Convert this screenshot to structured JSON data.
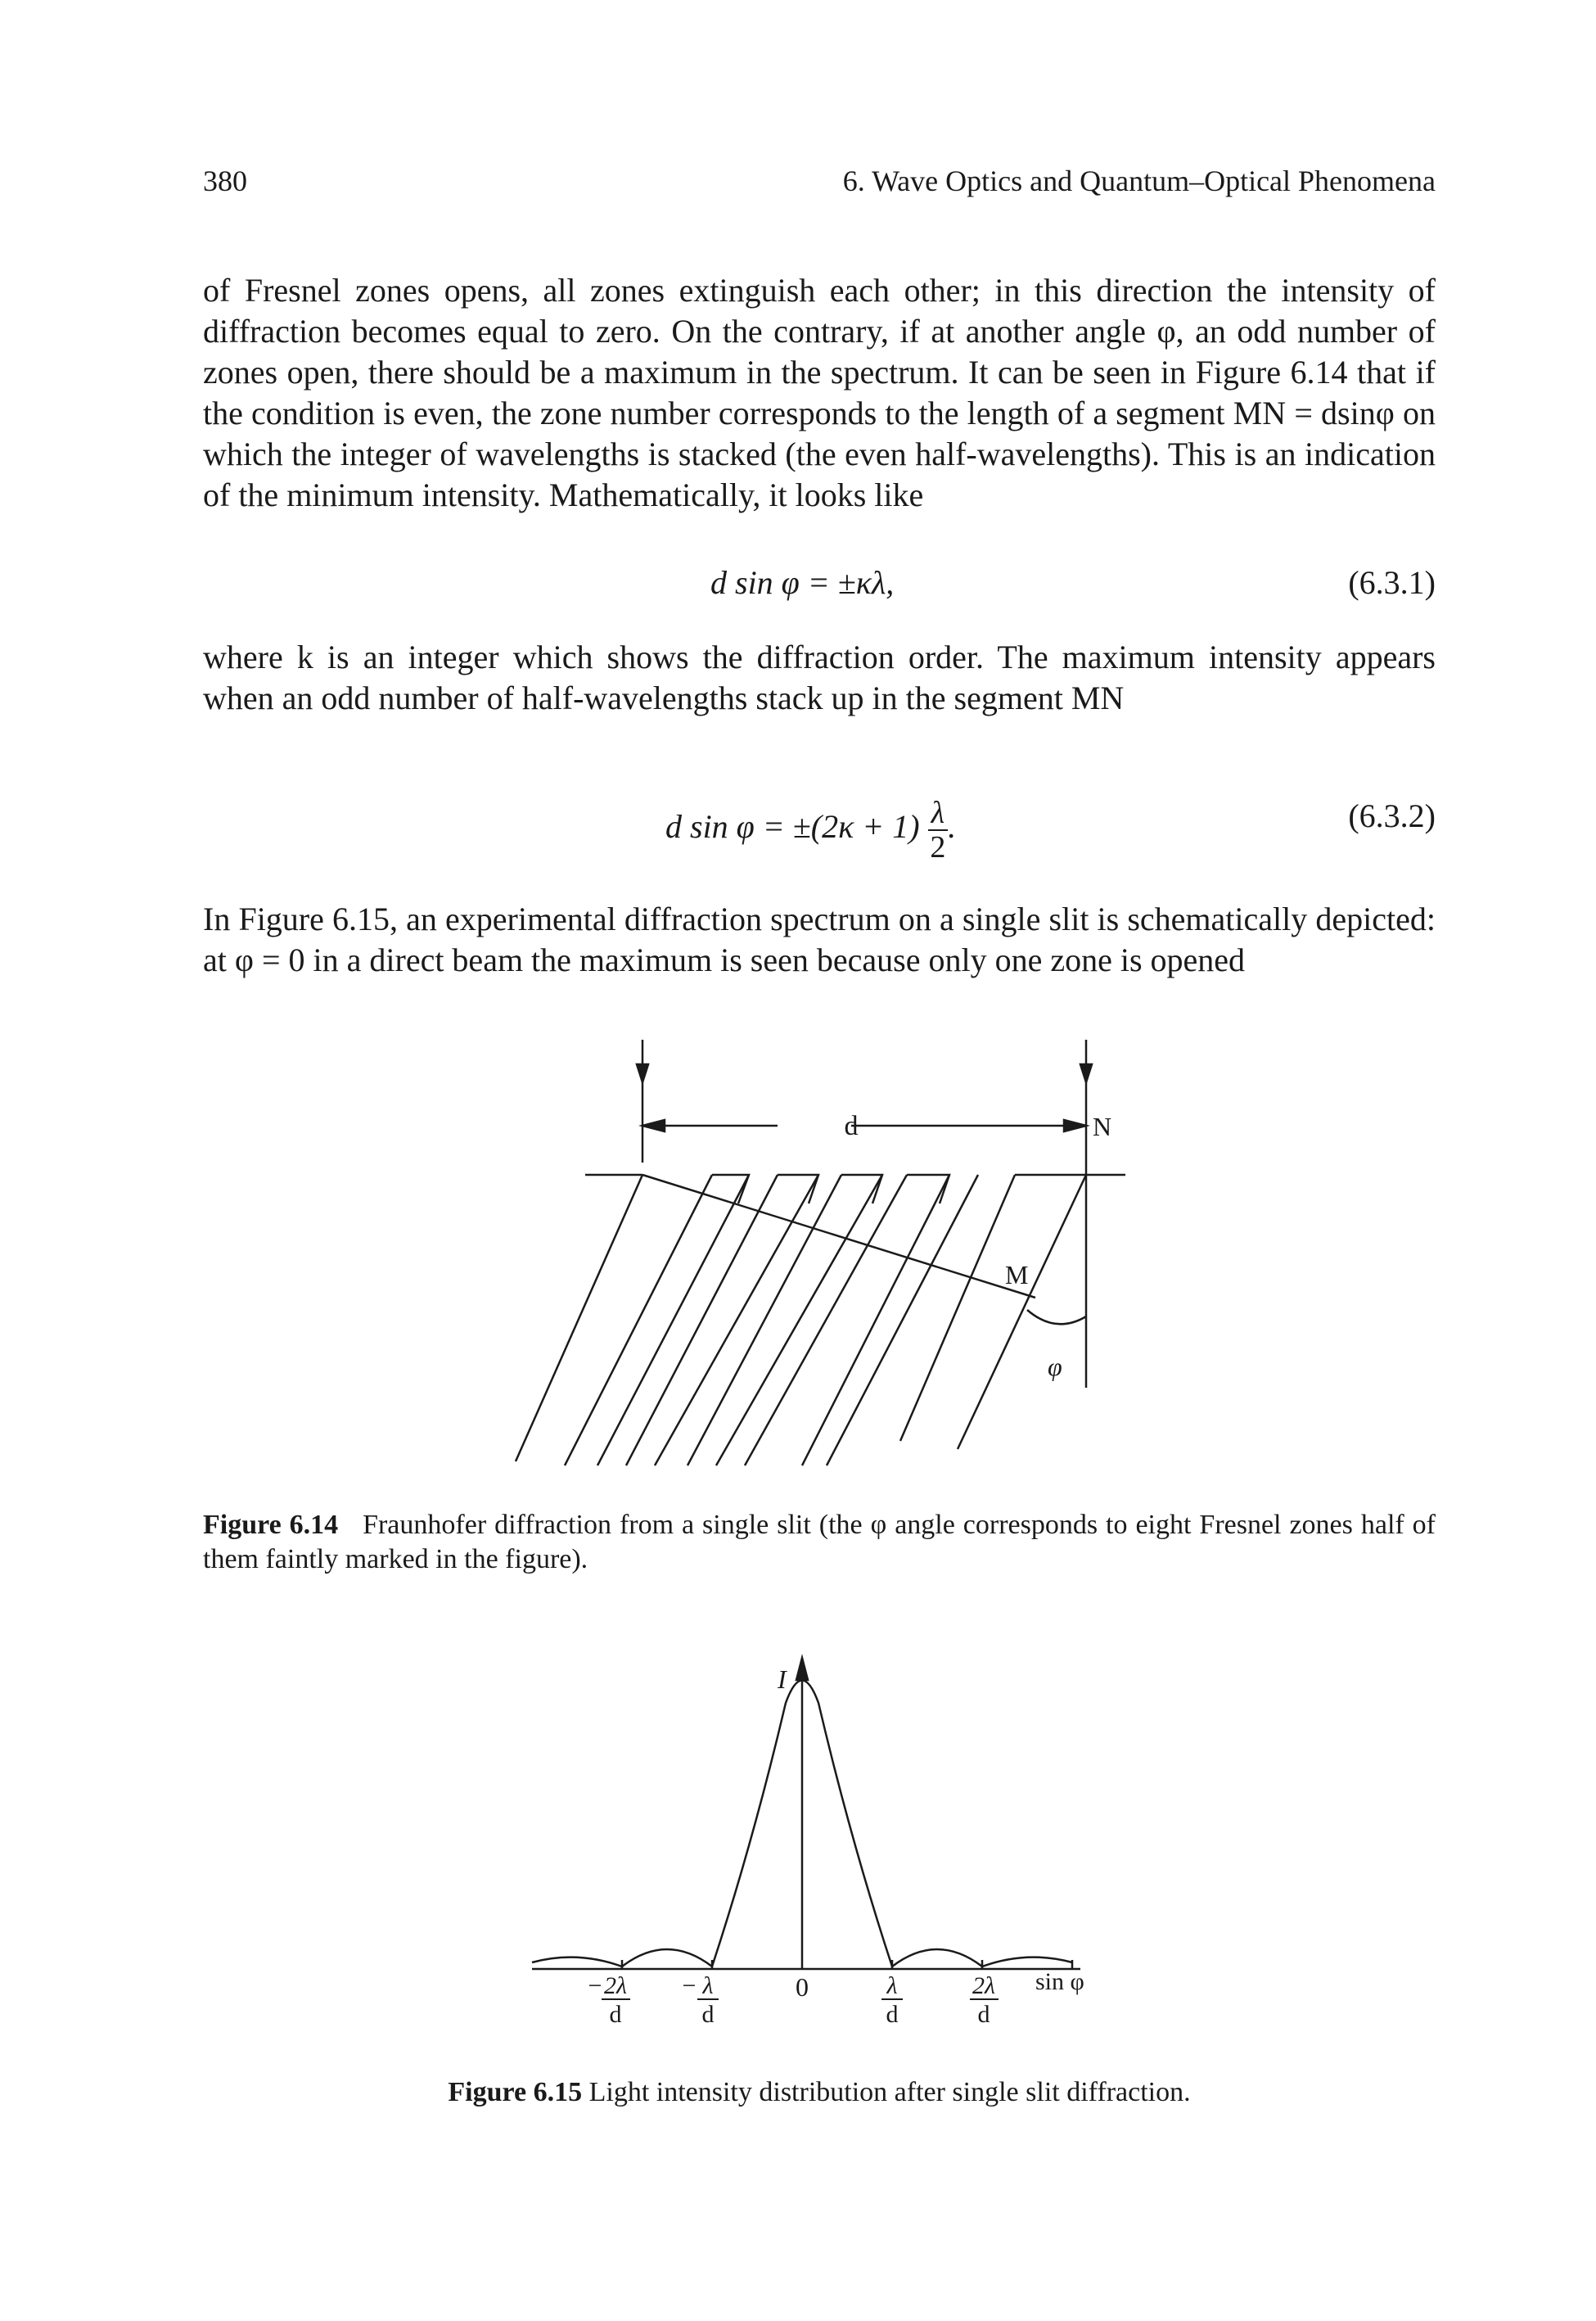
{
  "header": {
    "page_number": "380",
    "chapter_title": "6.  Wave Optics and Quantum–Optical Phenomena"
  },
  "paragraph1": "of Fresnel zones opens, all zones extinguish each other; in this direction the intensity of diffraction becomes equal to zero. On the contrary, if at another angle φ, an odd number of zones open, there should be a maximum in the spectrum. It can be seen in Figure 6.14 that if the condition is even, the zone number corresponds to the length of a segment MN = dsinφ on which the integer of wavelengths is stacked (the even half-wavelengths). This is an indication of the minimum intensity. Mathematically, it looks like",
  "equation1": {
    "expression": "d sin φ = ±κλ,",
    "number": "(6.3.1)"
  },
  "paragraph2": "where k is an integer which shows the diffraction order. The maximum intensity appears when an odd number of half-wavelengths stack up in the segment MN",
  "equation2": {
    "expression_left": "d sin φ = ±(2κ + 1)",
    "frac_num": "λ",
    "frac_den": "2",
    "trail": ".",
    "number": "(6.3.2)"
  },
  "paragraph3": "In Figure 6.15, an experimental diffraction spectrum on a single slit is schematically depicted: at φ = 0 in a direct beam the maximum is seen because only one zone is opened",
  "figure1": {
    "label_d": "d",
    "label_N": "N",
    "label_M": "M",
    "label_phi": "φ",
    "caption_label": "Figure 6.14",
    "caption_text": "Fraunhofer diffraction from a single slit (the φ angle corresponds to eight Fresnel zones half of them faintly marked in the figure)."
  },
  "figure2": {
    "axis_y_label": "I",
    "axis_x_label": "sin φ",
    "tick_zero": "0",
    "tick_lambda": "λ",
    "tick_2lambda": "2λ",
    "tick_den": "d",
    "tick_minus": "−",
    "caption_label": "Figure 6.15",
    "caption_text": "Light intensity distribution after single slit diffraction."
  }
}
